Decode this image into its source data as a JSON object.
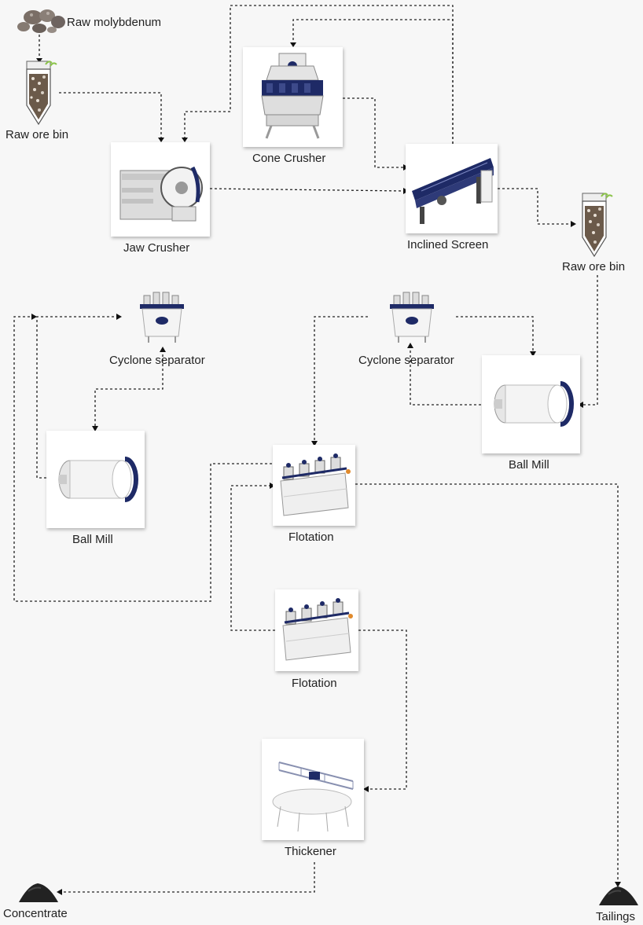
{
  "labels": {
    "raw_molybdenum": "Raw molybdenum",
    "raw_ore_bin_1": "Raw ore bin",
    "jaw_crusher": "Jaw Crusher",
    "cone_crusher": "Cone Crusher",
    "inclined_screen": "Inclined Screen",
    "raw_ore_bin_2": "Raw ore bin",
    "cyclone_separator_1": "Cyclone separator",
    "cyclone_separator_2": "Cyclone separator",
    "ball_mill_1": "Ball Mill",
    "ball_mill_2": "Ball Mill",
    "flotation_1": "Flotation",
    "flotation_2": "Flotation",
    "thickener": "Thickener",
    "concentrate": "Concentrate",
    "tailings": "Tailings"
  },
  "colors": {
    "accent": "#1e2a66",
    "line": "#222222",
    "card_bg": "#ffffff",
    "page_bg": "#f7f7f7",
    "ore": "#6b5a4a",
    "concentrate": "#222222",
    "plant": "#8bc34a"
  },
  "icons": [
    "ore-pile-icon",
    "ore-bin-icon",
    "jaw-crusher-icon",
    "cone-crusher-icon",
    "vibrating-screen-icon",
    "cyclone-icon",
    "ball-mill-icon",
    "flotation-cell-icon",
    "thickener-icon",
    "black-pile-icon"
  ]
}
